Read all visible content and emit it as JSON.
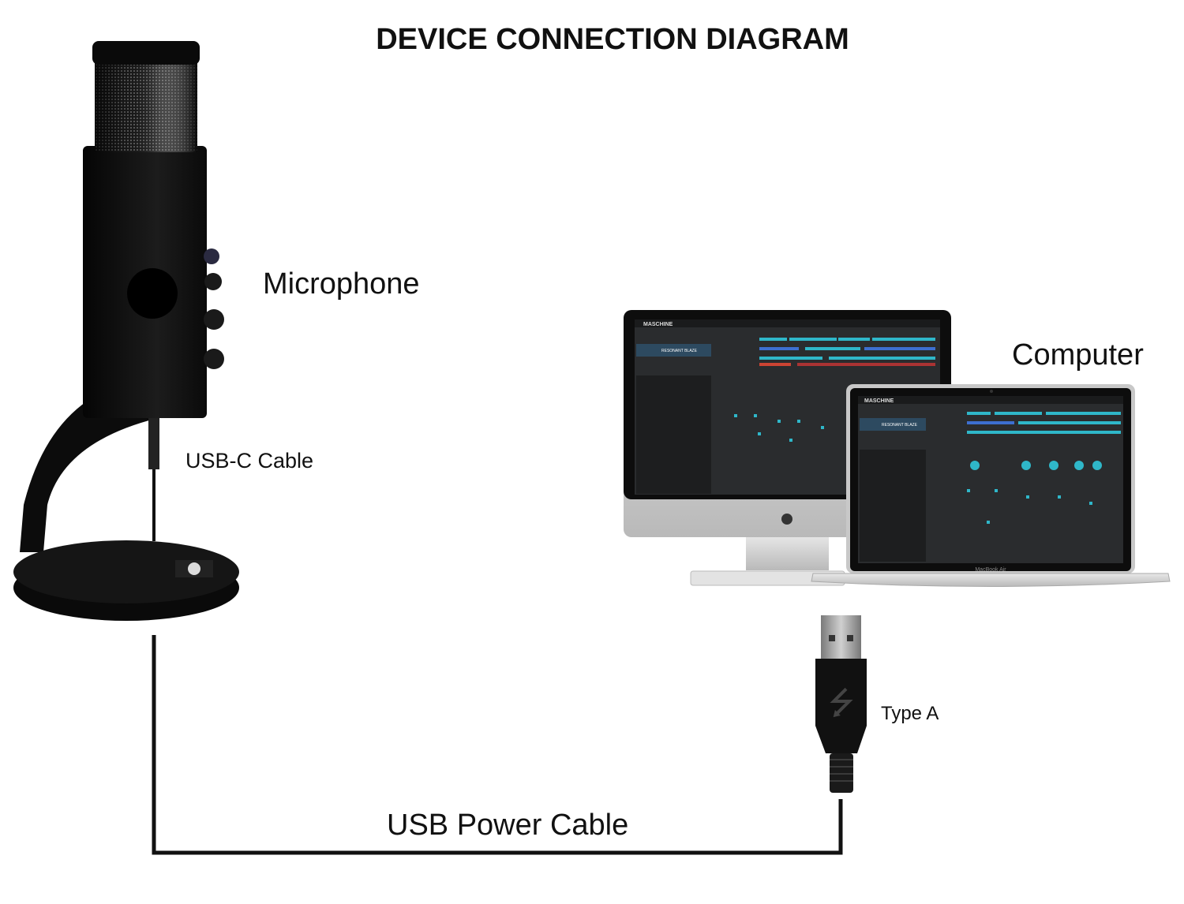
{
  "title": "DEVICE CONNECTION DIAGRAM",
  "labels": {
    "microphone": "Microphone",
    "usb_c_cable": "USB-C Cable",
    "computer": "Computer",
    "type_a": "Type A",
    "usb_power_cable": "USB Power Cable"
  },
  "devices": {
    "laptop_brand": "MacBook Air",
    "software_name": "MASCHINE",
    "preset_name": "RESONANT BLAZE"
  },
  "colors": {
    "cable": "#111111",
    "screen_accent": "#2fb7c9",
    "screen_bg": "#2a2c2e"
  }
}
